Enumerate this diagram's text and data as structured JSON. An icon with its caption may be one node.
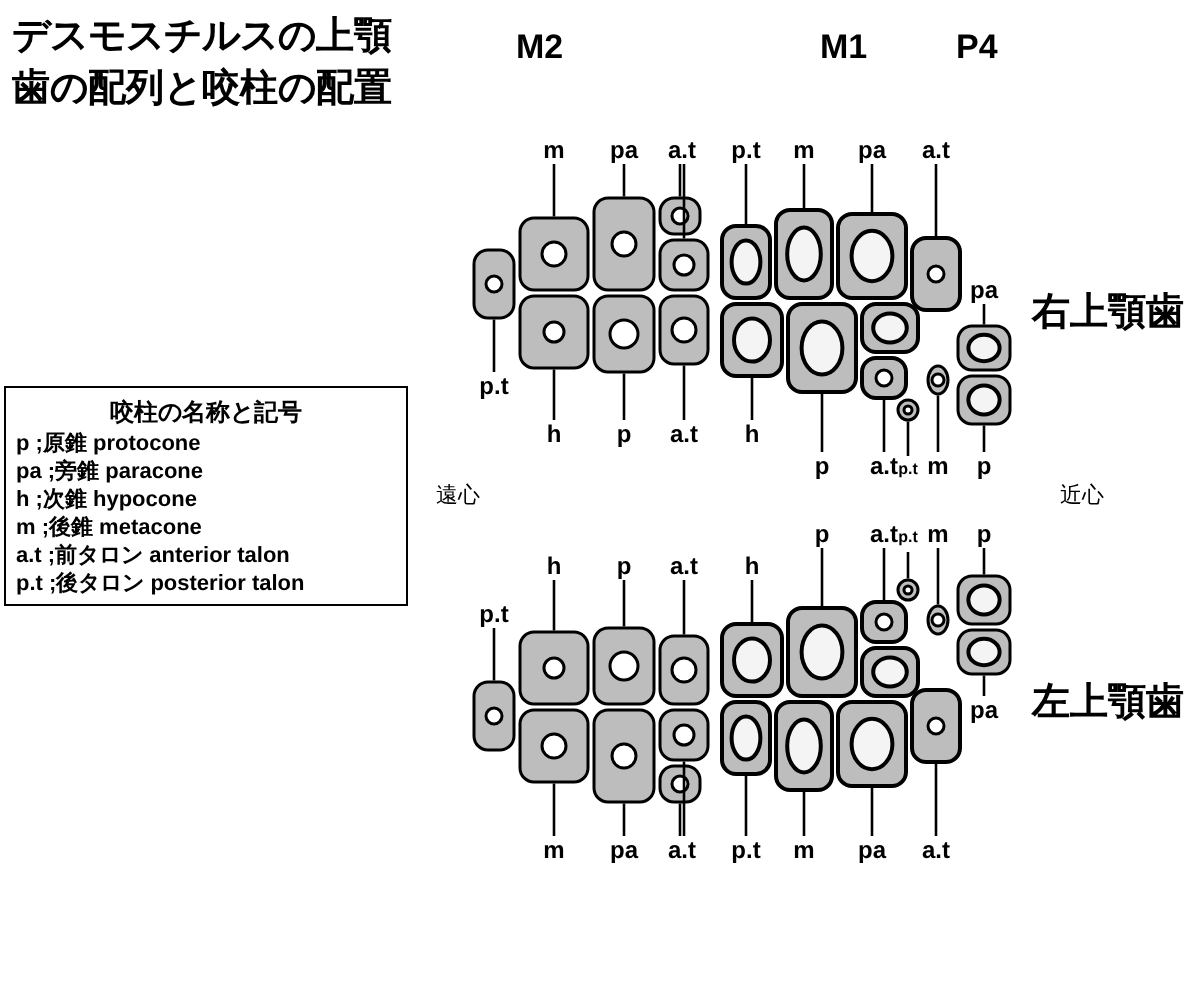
{
  "diagram": {
    "title": "デスモスチルスの上顎歯の配列と咬柱の配置",
    "nodes": [
      {
        "text": [
          "咬柱の名称と記号",
          "p ;原錐 protocone",
          "pa ;旁錐 paracone",
          "h ;次錐 hypocone",
          "m ;後錐 metacone",
          "a.t ;前タロン anterior talon",
          "p.t ;後タロン posterior talon"
        ]
      },
      {
        "text": [
          "m"
        ]
      },
      {
        "text": [
          "pa"
        ]
      },
      {
        "text": [
          "a.t"
        ]
      },
      {
        "text": [
          "p.t"
        ]
      },
      {
        "text": [
          "m"
        ]
      },
      {
        "text": [
          "pa"
        ]
      },
      {
        "text": [
          "a.t"
        ]
      },
      {
        "text": [
          "pa"
        ]
      },
      {
        "text": [
          "p.t"
        ]
      },
      {
        "text": [
          "h"
        ]
      },
      {
        "text": [
          "p"
        ]
      },
      {
        "text": [
          "a.t"
        ]
      },
      {
        "text": [
          "h"
        ]
      },
      {
        "text": [
          "p"
        ]
      },
      {
        "text": [
          "a.t"
        ]
      },
      {
        "text": [
          "p.t"
        ]
      },
      {
        "text": [
          "m"
        ]
      },
      {
        "text": [
          "p"
        ]
      },
      {
        "text": [
          "p.t"
        ]
      },
      {
        "text": [
          "h"
        ]
      },
      {
        "text": [
          "p"
        ]
      },
      {
        "text": [
          "a.t"
        ]
      },
      {
        "text": [
          "h"
        ]
      },
      {
        "text": [
          "p"
        ]
      },
      {
        "text": [
          "a.t"
        ]
      },
      {
        "text": [
          "p.t"
        ]
      },
      {
        "text": [
          "m"
        ]
      },
      {
        "text": [
          "p"
        ]
      },
      {
        "text": [
          "m"
        ]
      },
      {
        "text": [
          "pa"
        ]
      },
      {
        "text": [
          "a.t"
        ]
      },
      {
        "text": [
          "p.t"
        ]
      },
      {
        "text": [
          "m"
        ]
      },
      {
        "text": [
          "pa"
        ]
      },
      {
        "text": [
          "a.t"
        ]
      },
      {
        "text": [
          "pa"
        ]
      },
      {
        "text": [],
        "shape": "box"
      },
      {
        "text": [],
        "shape": "box"
      },
      {
        "text": [],
        "shape": "box"
      },
      {
        "text": [],
        "shape": "box"
      },
      {
        "text": [],
        "shape": "box"
      },
      {
        "text": [],
        "shape": "box"
      },
      {
        "text": [],
        "shape": "box"
      },
      {
        "text": [],
        "shape": "box"
      },
      {
        "text": [],
        "shape": "box"
      },
      {
        "text": [],
        "shape": "box"
      },
      {
        "text": [],
        "shape": "box"
      },
      {
        "text": [],
        "shape": "box"
      },
      {
        "text": [],
        "shape": "box"
      },
      {
        "text": [],
        "shape": "box"
      },
      {
        "text": [],
        "shape": "box"
      },
      {
        "text": [],
        "shape": "box"
      },
      {
        "text": [],
        "shape": "box"
      },
      {
        "text": [],
        "shape": "box"
      },
      {
        "text": [],
        "shape": "box"
      },
      {
        "text": [],
        "shape": "box"
      },
      {
        "text": [],
        "shape": "box"
      },
      {
        "text": [],
        "shape": "box"
      },
      {
        "text": [],
        "shape": "box"
      },
      {
        "text": [],
        "shape": "box"
      },
      {
        "text": [],
        "shape": "box"
      },
      {
        "text": [],
        "shape": "box"
      },
      {
        "text": [],
        "shape": "box"
      },
      {
        "text": [],
        "shape": "box"
      },
      {
        "text": [],
        "shape": "box"
      },
      {
        "text": [],
        "shape": "box"
      },
      {
        "text": [],
        "shape": "box"
      },
      {
        "text": [],
        "shape": "box"
      },
      {
        "text": [],
        "shape": "box"
      },
      {
        "text": [],
        "shape": "box"
      },
      {
        "text": [],
        "shape": "box"
      },
      {
        "text": [],
        "shape": "box"
      },
      {
        "text": [],
        "shape": "box"
      },
      {
        "text": [],
        "shape": "box"
      }
    ],
    "edges": [
      {
        "from": 1,
        "to": 37,
        "arrow": "none"
      },
      {
        "from": 2,
        "to": 38,
        "arrow": "none"
      },
      {
        "from": 3,
        "to": 39,
        "arrow": "none"
      },
      {
        "from": 3,
        "to": 40,
        "arrow": "none"
      },
      {
        "from": 4,
        "to": 41,
        "arrow": "none"
      },
      {
        "from": 5,
        "to": 42,
        "arrow": "none"
      },
      {
        "from": 6,
        "to": 43,
        "arrow": "none"
      },
      {
        "from": 7,
        "to": 44,
        "arrow": "none"
      },
      {
        "from": 8,
        "to": 45,
        "arrow": "none"
      },
      {
        "from": 9,
        "to": 46,
        "arrow": "none"
      },
      {
        "from": 10,
        "to": 47,
        "arrow": "none"
      },
      {
        "from": 11,
        "to": 48,
        "arrow": "none"
      },
      {
        "from": 12,
        "to": 49,
        "arrow": "none"
      },
      {
        "from": 13,
        "to": 50,
        "arrow": "none"
      },
      {
        "from": 14,
        "to": 51,
        "arrow": "none"
      },
      {
        "from": 15,
        "to": 52,
        "arrow": "none"
      },
      {
        "from": 16,
        "to": 53,
        "arrow": "none"
      },
      {
        "from": 17,
        "to": 54,
        "arrow": "none"
      },
      {
        "from": 18,
        "to": 55,
        "arrow": "none"
      },
      {
        "from": 19,
        "to": 56,
        "arrow": "none"
      },
      {
        "from": 20,
        "to": 57,
        "arrow": "none"
      },
      {
        "from": 21,
        "to": 58,
        "arrow": "none"
      },
      {
        "from": 22,
        "to": 59,
        "arrow": "none"
      },
      {
        "from": 23,
        "to": 60,
        "arrow": "none"
      },
      {
        "from": 24,
        "to": 61,
        "arrow": "none"
      },
      {
        "from": 25,
        "to": 62,
        "arrow": "none"
      },
      {
        "from": 26,
        "to": 63,
        "arrow": "none"
      },
      {
        "from": 27,
        "to": 64,
        "arrow": "none"
      },
      {
        "from": 28,
        "to": 65,
        "arrow": "none"
      },
      {
        "from": 29,
        "to": 66,
        "arrow": "none"
      },
      {
        "from": 30,
        "to": 67,
        "arrow": "none"
      },
      {
        "from": 31,
        "to": 68,
        "arrow": "none"
      },
      {
        "from": 31,
        "to": 69,
        "arrow": "none"
      },
      {
        "from": 32,
        "to": 70,
        "arrow": "none"
      },
      {
        "from": 33,
        "to": 71,
        "arrow": "none"
      },
      {
        "from": 34,
        "to": 72,
        "arrow": "none"
      },
      {
        "from": 35,
        "to": 73,
        "arrow": "none"
      },
      {
        "from": 36,
        "to": 74,
        "arrow": "none"
      }
    ],
    "labels": [
      "M2",
      "M1",
      "P4",
      "右上顎歯",
      "遠心",
      "近心",
      "左上顎歯"
    ]
  }
}
